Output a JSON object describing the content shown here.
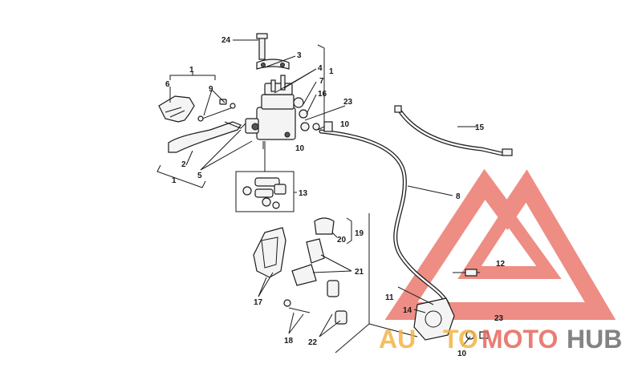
{
  "labels": {
    "l1a": "1",
    "l1b": "1",
    "l1c": "1",
    "l2": "2",
    "l3": "3",
    "l4": "4",
    "l5": "5",
    "l6": "6",
    "l7": "7",
    "l8": "8",
    "l9": "9",
    "l10a": "10",
    "l10b": "10",
    "l10c": "10",
    "l11": "11",
    "l12": "12",
    "l13": "13",
    "l14": "14",
    "l15": "15",
    "l16": "16",
    "l17": "17",
    "l18": "18",
    "l19": "19",
    "l20": "20",
    "l21": "21",
    "l22": "22",
    "l23a": "23",
    "l23b": "23",
    "l24": "24"
  },
  "watermark": {
    "part1": "AU",
    "part2": "TO",
    "part3": "MOTO",
    "part4": "HUB",
    "color_primary": "#e8675c",
    "color_secondary": "#f2b544",
    "color_text": "#6e6e6e"
  }
}
